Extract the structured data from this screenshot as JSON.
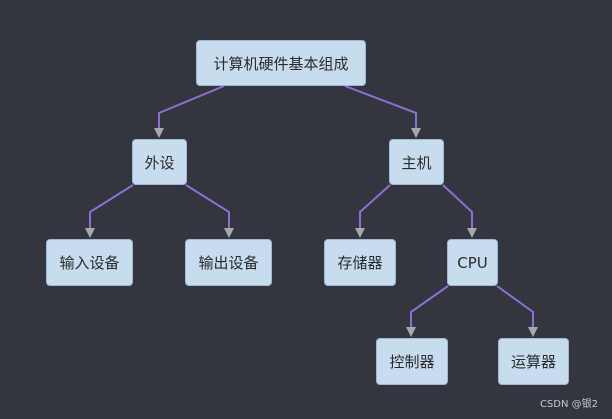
{
  "diagram": {
    "nodes": [
      {
        "id": "root",
        "label": "计算机硬件基本组成"
      },
      {
        "id": "peripheral",
        "label": "外设"
      },
      {
        "id": "host",
        "label": "主机"
      },
      {
        "id": "input",
        "label": "输入设备"
      },
      {
        "id": "output",
        "label": "输出设备"
      },
      {
        "id": "memory",
        "label": "存储器"
      },
      {
        "id": "cpu",
        "label": "CPU"
      },
      {
        "id": "controller",
        "label": "控制器"
      },
      {
        "id": "alu",
        "label": "运算器"
      }
    ],
    "edges": [
      [
        "root",
        "peripheral"
      ],
      [
        "root",
        "host"
      ],
      [
        "peripheral",
        "input"
      ],
      [
        "peripheral",
        "output"
      ],
      [
        "host",
        "memory"
      ],
      [
        "host",
        "cpu"
      ],
      [
        "cpu",
        "controller"
      ],
      [
        "cpu",
        "alu"
      ]
    ],
    "colors": {
      "background": "#33363f",
      "node_fill": "#c7dcef",
      "node_border": "#9fb8d2",
      "edge": "#8e6fd6",
      "arrow": "#a7a9b0"
    }
  },
  "watermark": "CSDN @银2"
}
